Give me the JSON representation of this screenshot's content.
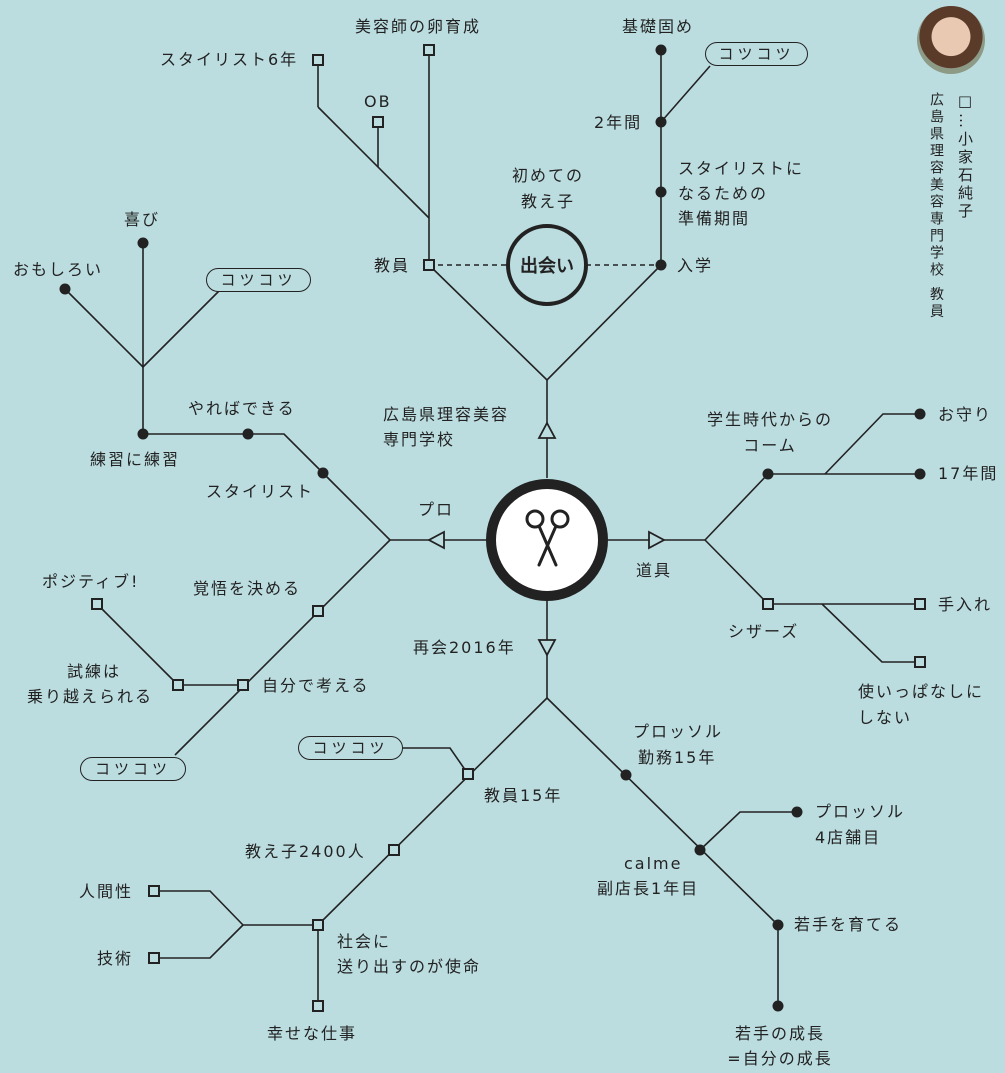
{
  "center": {
    "label": "出会い",
    "top": "初めての",
    "top2": "教え子"
  },
  "profile": {
    "name": "□…小家石純子",
    "org": "広島県理容美容専門学校 教員"
  },
  "branches": {
    "north": {
      "label1": "広島県理容美容",
      "label2": "専門学校"
    },
    "west": {
      "label": "プロ"
    },
    "east": {
      "label": "道具"
    },
    "south": {
      "label": "再会2016年"
    }
  },
  "north": {
    "kyoin": "教員",
    "nyugaku": "入学",
    "biyoushi": "美容師の卵育成",
    "stylist6": "スタイリスト6年",
    "ob": "OB",
    "kiso": "基礎固め",
    "kotsukotsu": "コツコツ",
    "ninenkan": "2年間",
    "junbi1": "スタイリストに",
    "junbi2": "なるための",
    "junbi3": "準備期間"
  },
  "west": {
    "omoshiroi": "おもしろい",
    "yorokobi": "喜び",
    "kotsukotsu": "コツコツ",
    "renshu": "練習に練習",
    "yareba": "やればできる",
    "stylist": "スタイリスト",
    "kakugo": "覚悟を決める",
    "positive": "ポジティブ!",
    "shiren1": "試練は",
    "shiren2": "乗り越えられる",
    "jibun": "自分で考える",
    "kotsukotsu2": "コツコツ"
  },
  "east": {
    "comb1": "学生時代からの",
    "comb2": "コーム",
    "omamori": "お守り",
    "years17": "17年間",
    "scissors": "シザーズ",
    "teire": "手入れ",
    "tsukai1": "使いっぱなしに",
    "tsukai2": "しない"
  },
  "south": {
    "prossol1": "プロッソル",
    "prossol2": "勤務15年",
    "calme1": "calme",
    "calme2": "副店長1年目",
    "shops1": "プロッソル",
    "shops2": "4店舗目",
    "wakate": "若手を育てる",
    "seicho1": "若手の成長",
    "seicho2": "=自分の成長",
    "kyoin15": "教員15年",
    "kotsukotsu": "コツコツ",
    "oshiego": "教え子2400人",
    "shakai1": "社会に",
    "shakai2": "送り出すのが使命",
    "ningen": "人間性",
    "gijutsu": "技術",
    "shiawase": "幸せな仕事"
  },
  "colors": {
    "background": "#bcdde0",
    "line": "#222222",
    "hub_fill": "#ffffff"
  }
}
